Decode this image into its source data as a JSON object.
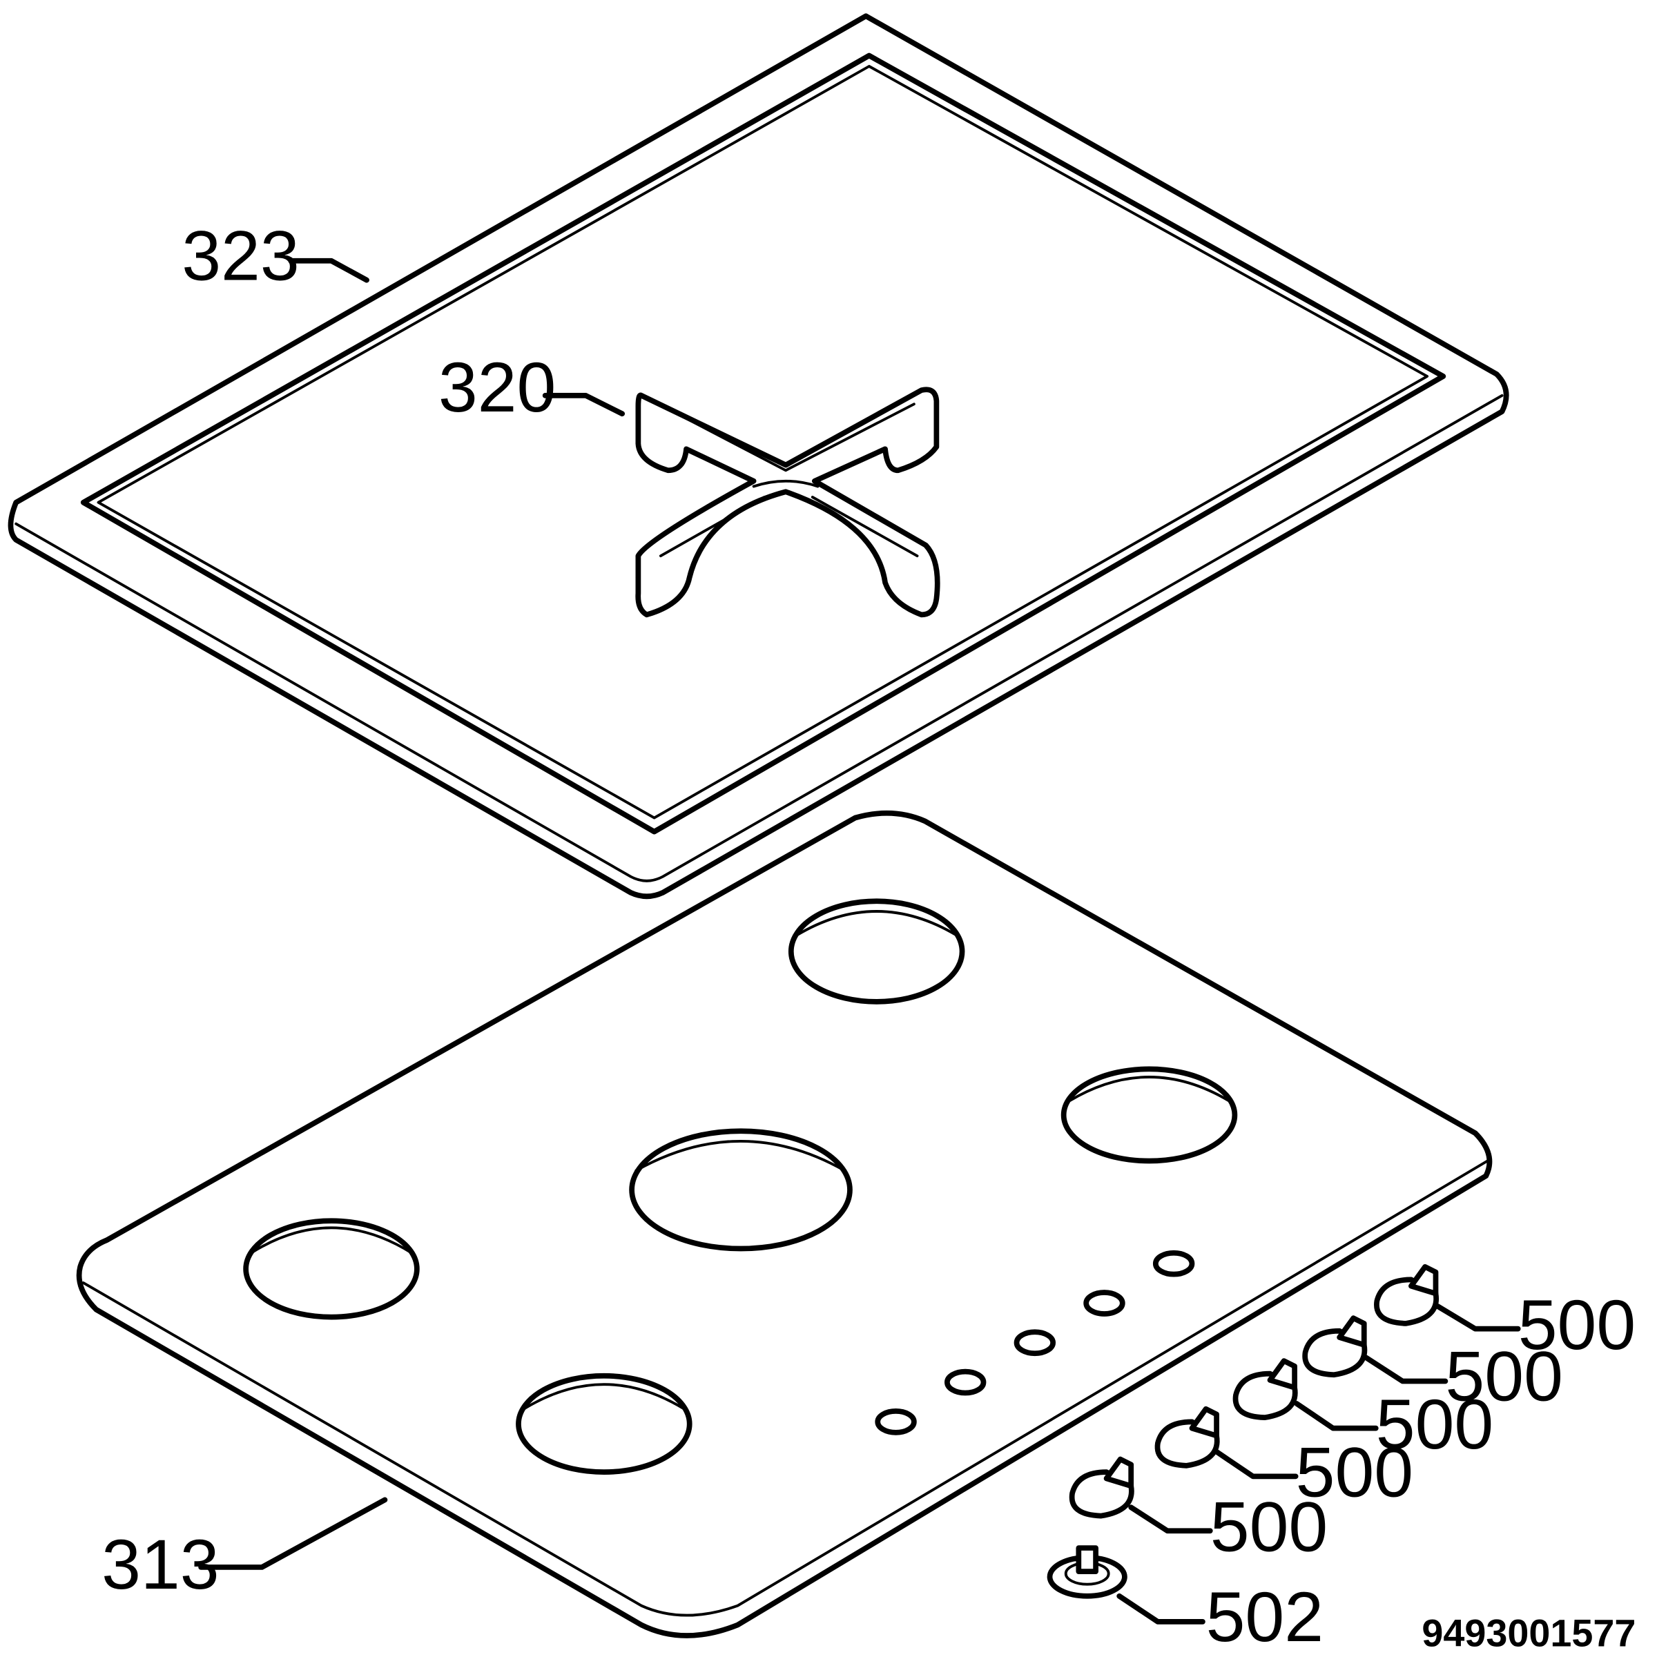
{
  "parts": {
    "frame": "323",
    "grid": "320",
    "hob_top": "313",
    "knob_1": "500",
    "knob_2": "500",
    "knob_3": "500",
    "knob_4": "500",
    "knob_5": "500",
    "spindle_seal": "502"
  },
  "drawing_number": "9493001577"
}
